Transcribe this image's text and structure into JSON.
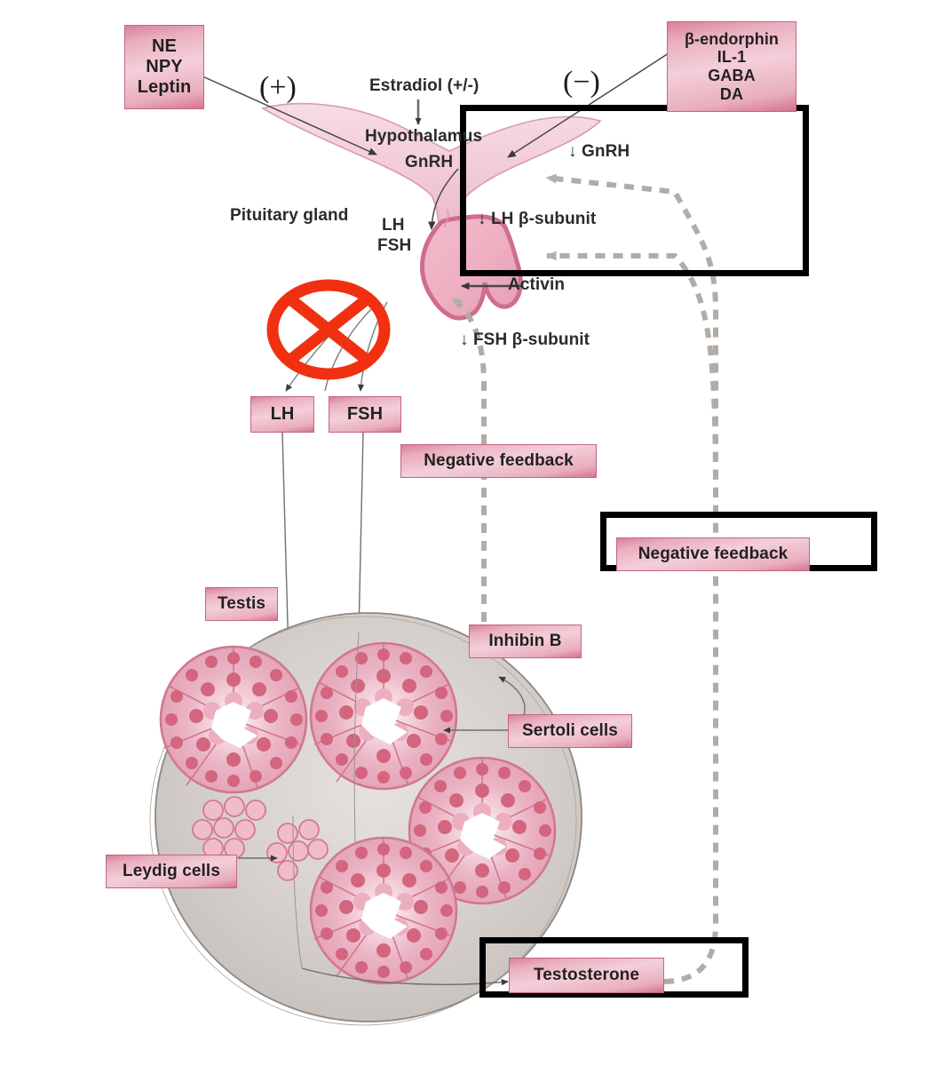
{
  "diagram": {
    "title": "Hypothalamic-pituitary-testicular axis with negative feedback",
    "colors": {
      "pink_fill": "#e9aebe",
      "pink_border": "#c4657f",
      "pink_dark": "#c75f7e",
      "black_frame": "#000000",
      "red_cross": "#f03010",
      "testis_gray": "#cfc9c6",
      "dashed_gray": "#b3aca6",
      "arrow_gray": "#555555",
      "hypothalamus_pink": "#f4cdd8"
    }
  },
  "boxes": {
    "stimulators": {
      "lines": [
        "NE",
        "NPY",
        "Leptin"
      ]
    },
    "inhibitors": {
      "lines": [
        "β-endorphin",
        "IL-1",
        "GABA",
        "DA"
      ]
    },
    "lh": {
      "label": "LH"
    },
    "fsh": {
      "label": "FSH"
    },
    "negative_feedback_inhibin": {
      "label": "Negative feedback"
    },
    "negative_feedback_testosterone": {
      "label": "Negative feedback"
    },
    "inhibin_b": {
      "label": "Inhibin B"
    },
    "testis": {
      "label": "Testis"
    },
    "sertoli_cells": {
      "label": "Sertoli cells"
    },
    "leydig_cells": {
      "label": "Leydig cells"
    },
    "testosterone": {
      "label": "Testosterone"
    }
  },
  "labels": {
    "estradiol": "Estradiol (+/-)",
    "hypothalamus": "Hypothalamus",
    "gnrh": "GnRH",
    "pituitary_gland": "Pituitary gland",
    "pituitary_hormones_lh": "LH",
    "pituitary_hormones_fsh": "FSH",
    "activin": "Activin",
    "down_gnrh": "↓ GnRH",
    "down_lh_beta": "↓ LH β-subunit",
    "down_fsh_beta": "↓ FSH β-subunit",
    "plus_sign": "(+)",
    "minus_sign": "(−)"
  }
}
